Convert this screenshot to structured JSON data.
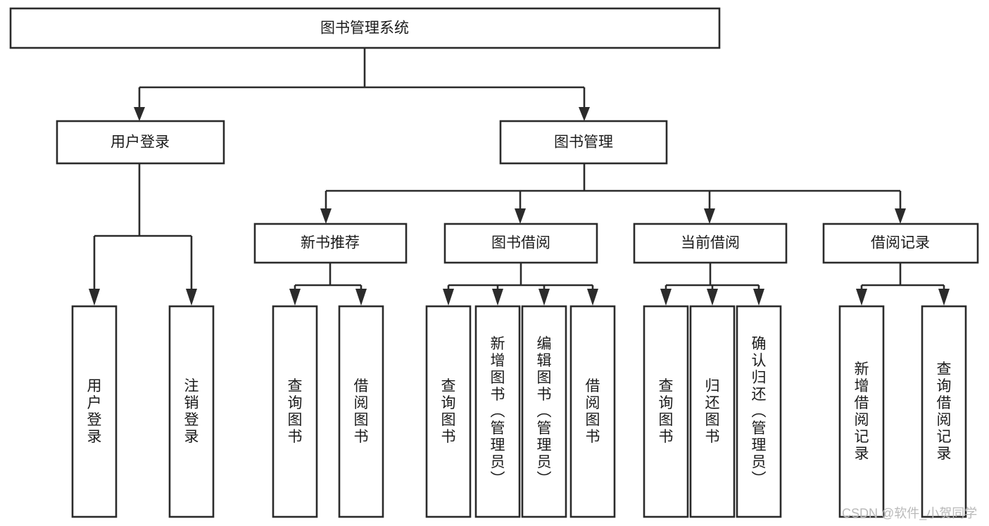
{
  "diagram": {
    "title": "图书管理系统",
    "type": "hierarchy-tree",
    "watermark": "CSDN @软件_小贺同学",
    "colors": {
      "stroke": "#2b2b2b",
      "fill": "#ffffff",
      "text": "#1b1b1b",
      "watermark": "#b9b9b9"
    },
    "root": {
      "label": "图书管理系统"
    },
    "level2": [
      {
        "label": "用户登录"
      },
      {
        "label": "图书管理"
      }
    ],
    "level3": [
      {
        "label": "新书推荐"
      },
      {
        "label": "图书借阅"
      },
      {
        "label": "当前借阅"
      },
      {
        "label": "借阅记录"
      }
    ],
    "leaves": {
      "user_login": [
        {
          "label": "用户登录"
        },
        {
          "label": "注销登录"
        }
      ],
      "new_book_recommend": [
        {
          "label": "查询图书"
        },
        {
          "label": "借阅图书"
        }
      ],
      "book_borrow": [
        {
          "label": "查询图书"
        },
        {
          "label": "新增图书（管理员）"
        },
        {
          "label": "编辑图书（管理员）"
        },
        {
          "label": "借阅图书"
        }
      ],
      "current_borrow": [
        {
          "label": "查询图书"
        },
        {
          "label": "归还图书"
        },
        {
          "label": "确认归还（管理员）"
        }
      ],
      "borrow_record": [
        {
          "label": "新增借阅记录"
        },
        {
          "label": "查询借阅记录"
        }
      ]
    }
  }
}
